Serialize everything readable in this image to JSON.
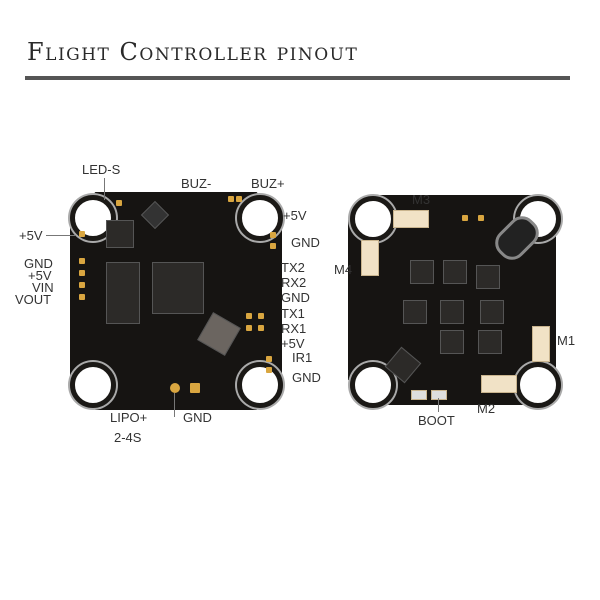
{
  "title": "Flight Controller pinout",
  "left_board": {
    "labels": {
      "led_s": "LED-S",
      "buz_minus": "BUZ-",
      "buz_plus": "BUZ+",
      "plus5v_top_right": "+5V",
      "gnd_top_right": "GND",
      "plus5v_left": "+5V",
      "gnd_left": "GND",
      "plus5v_left2": "+5V",
      "vin": "VIN",
      "vout": "VOUT",
      "tx2": "TX2",
      "rx2": "RX2",
      "gnd_mid": "GND",
      "tx1": "TX1",
      "rx1": "RX1",
      "plus5v_right": "+5V",
      "ir1": "IR1",
      "gnd_right": "GND",
      "lipo": "LIPO+",
      "lipo_cells": "2-4S",
      "gnd_bottom": "GND"
    }
  },
  "right_board": {
    "labels": {
      "m1": "M1",
      "m2": "M2",
      "m3": "M3",
      "m4": "M4",
      "boot": "BOOT"
    }
  }
}
